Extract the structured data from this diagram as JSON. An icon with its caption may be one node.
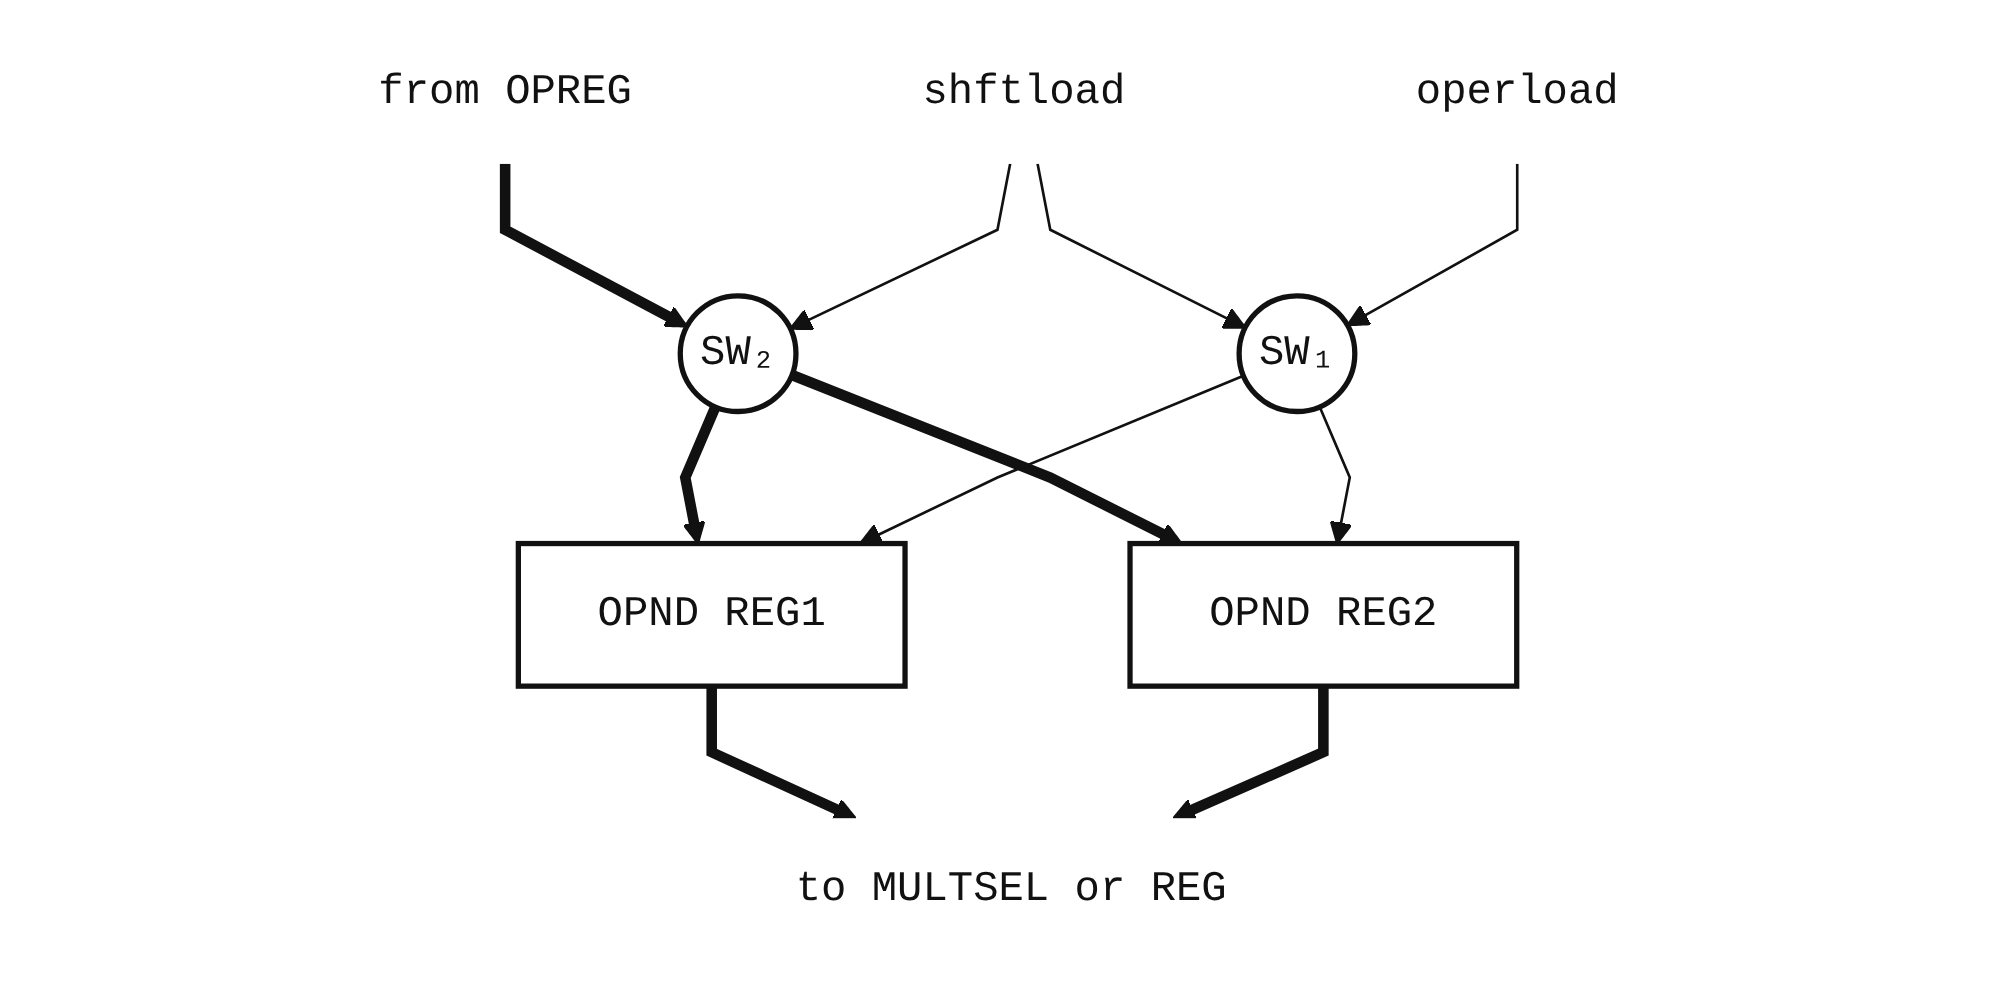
{
  "diagram": {
    "nodes": [
      {
        "text": [
          "from OPREG"
        ]
      },
      {
        "text": [
          "SW₂"
        ]
      },
      {
        "text": [
          "shftload"
        ]
      },
      {
        "text": [
          "OPND REG1"
        ]
      },
      {
        "text": [
          "OPND REG2"
        ]
      },
      {
        "text": [
          "SW₁"
        ]
      },
      {
        "text": [
          "operload"
        ]
      },
      {
        "text": [
          "to MULTSEL or REG"
        ]
      }
    ],
    "edges": [
      {
        "from": 0,
        "to": 1,
        "arrow": "to",
        "style": "thick"
      },
      {
        "from": 2,
        "to": 1,
        "arrow": "to"
      },
      {
        "from": 2,
        "to": 5,
        "arrow": "to"
      },
      {
        "from": 1,
        "to": 3,
        "arrow": "to",
        "style": "thick"
      },
      {
        "from": 1,
        "to": 4,
        "arrow": "to",
        "style": "thick"
      },
      {
        "from": 6,
        "to": 5,
        "arrow": "to"
      },
      {
        "from": 5,
        "to": 3,
        "arrow": "to"
      },
      {
        "from": 5,
        "to": 4,
        "arrow": "to"
      },
      {
        "from": 3,
        "to": 7,
        "arrow": "to",
        "style": "thick"
      },
      {
        "from": 4,
        "to": 7,
        "arrow": "to",
        "style": "thick"
      }
    ]
  }
}
